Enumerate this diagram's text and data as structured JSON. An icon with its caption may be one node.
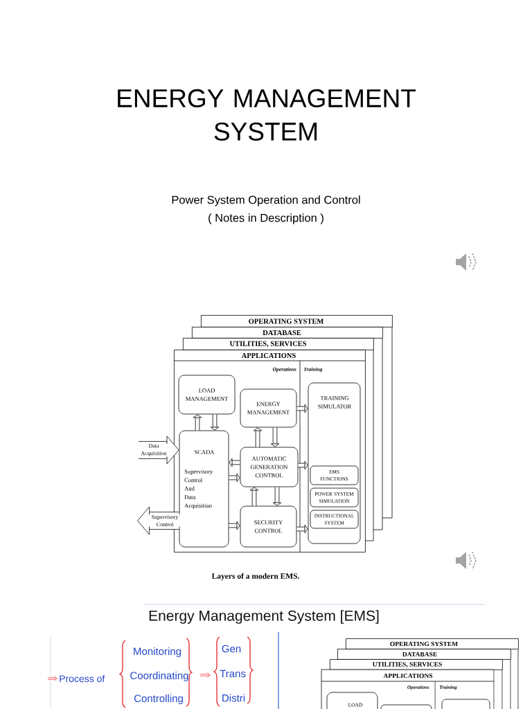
{
  "diagram": {
    "title": "ENERGY MANAGEMENT SYSTEM",
    "caption": "Layers of a modern EMS.",
    "nodes": [
      {
        "text": [
          "OPERATING SYSTEM"
        ]
      },
      {
        "text": [
          "DATABASE"
        ]
      },
      {
        "text": [
          "UTILITIES, SERVICES"
        ]
      },
      {
        "text": [
          "APPLICATIONS"
        ]
      },
      {
        "text": [
          "LOAD MANAGEMENT"
        ],
        "in": 3
      },
      {
        "text": [
          "ENERGY MANAGEMENT"
        ],
        "in": 3
      },
      {
        "text": [
          "SCADA",
          "Supervisory Control And Data Acquisition"
        ],
        "in": 3
      },
      {
        "text": [
          "AUTOMATIC GENERATION CONTROL"
        ],
        "in": 3
      },
      {
        "text": [
          "SECURITY CONTROL"
        ],
        "in": 3
      },
      {
        "text": [
          "TRAINING SIMULATOR"
        ],
        "in": 3
      },
      {
        "text": [
          "EMS FUNCTIONS"
        ],
        "in": 9
      },
      {
        "text": [
          "POWER SYSTEM SIMULATION"
        ],
        "in": 9
      },
      {
        "text": [
          "INSTRUCTIONAL SYSTEM"
        ],
        "in": 9
      },
      {
        "text": [
          "OPERATING SYSTEM"
        ]
      },
      {
        "text": [
          "DATABASE"
        ]
      },
      {
        "text": [
          "UTILITIES, SERVICES"
        ]
      },
      {
        "text": [
          "APPLICATIONS"
        ]
      },
      {
        "text": [
          "LOAD"
        ],
        "in": 16
      },
      {
        "text": [],
        "shape": "box",
        "in": 16
      },
      {
        "text": [],
        "shape": "box",
        "in": 16
      }
    ],
    "edges": [
      {
        "from": null,
        "to": 6,
        "arrow": "to",
        "label": "Data Acquisition",
        "style": "thick"
      },
      {
        "from": 6,
        "to": null,
        "arrow": "to",
        "label": "Supervisory Control",
        "style": "thick"
      },
      {
        "from": 6,
        "to": 4,
        "arrow": "to"
      },
      {
        "from": 4,
        "to": 6,
        "arrow": "to"
      },
      {
        "from": 5,
        "to": 9,
        "arrow": "to"
      },
      {
        "from": 7,
        "to": 5,
        "arrow": "to"
      },
      {
        "from": 5,
        "to": 7,
        "arrow": "to"
      },
      {
        "from": 7,
        "to": 6,
        "arrow": "to"
      },
      {
        "from": 6,
        "to": 7,
        "arrow": "to"
      },
      {
        "from": 7,
        "to": 9,
        "arrow": "to"
      },
      {
        "from": 7,
        "to": 8,
        "arrow": "to"
      },
      {
        "from": 8,
        "to": 7,
        "arrow": "to"
      },
      {
        "from": 6,
        "to": 8,
        "arrow": "to"
      },
      {
        "from": 8,
        "to": 9,
        "arrow": "to"
      }
    ],
    "labels": [
      "Power System Operation and Control",
      "( Notes in Description )",
      "Operations",
      "Training",
      "Energy Management System [EMS]",
      "Process of",
      "Monitoring",
      "Coordinating",
      "Controlling",
      "Gen",
      "Trans",
      "Distri",
      "Operations",
      "Training"
    ]
  }
}
